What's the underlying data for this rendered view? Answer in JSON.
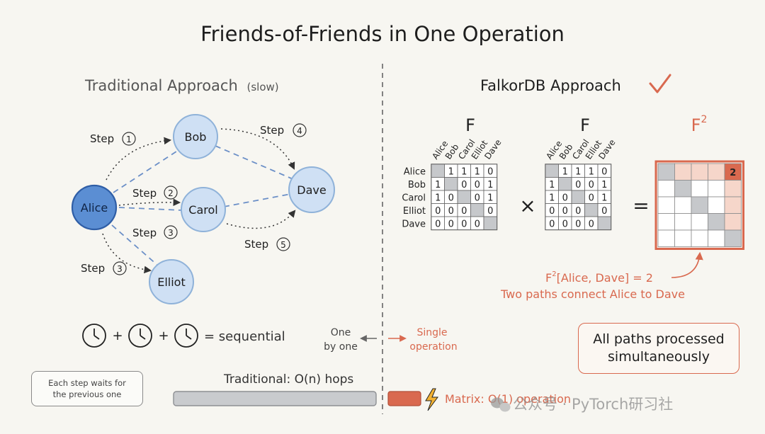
{
  "title": "Friends-of-Friends in One Operation",
  "left": {
    "heading": "Traditional Approach",
    "heading_note": "(slow)",
    "nodes": {
      "alice": "Alice",
      "bob": "Bob",
      "carol": "Carol",
      "dave": "Dave",
      "elliot": "Elliot"
    },
    "steps": {
      "s1": "Step",
      "s1n": "1",
      "s2": "Step",
      "s2n": "2",
      "s3a": "Step",
      "s3an": "3",
      "s3b": "Step",
      "s3bn": "3",
      "s4": "Step",
      "s4n": "4",
      "s5": "Step",
      "s5n": "5"
    },
    "sequential_label": "= sequential",
    "plus": "+",
    "one_by_one_1": "One",
    "one_by_one_2": "by one",
    "note_line1": "Each step waits for",
    "note_line2": "the previous one",
    "hops_label": "Traditional: O(n) hops"
  },
  "right": {
    "heading": "FalkorDB Approach",
    "check_icon": "check-icon",
    "matrix_label": "F",
    "matrix_result_label": "F",
    "matrix_result_exp": "2",
    "times": "×",
    "equals": "=",
    "names": [
      "Alice",
      "Bob",
      "Carol",
      "Elliot",
      "Dave"
    ],
    "matrix": [
      [
        "",
        "1",
        "1",
        "1",
        "0"
      ],
      [
        "1",
        "",
        "0",
        "0",
        "1"
      ],
      [
        "1",
        "0",
        "",
        "0",
        "1"
      ],
      [
        "0",
        "0",
        "0",
        "",
        "0"
      ],
      [
        "0",
        "0",
        "0",
        "0",
        ""
      ]
    ],
    "result_value": "2",
    "annotation_prefix": "F",
    "annotation_exp": "2",
    "annotation_rest": "[Alice, Dave] = 2",
    "annotation_line2": "Two paths connect Alice to Dave",
    "single_1": "Single",
    "single_2": "operation",
    "all_line1": "All paths processed",
    "all_line2": "simultaneously",
    "matrix_complexity": "Matrix: O(1) operation",
    "bolt_icon": "lightning-icon"
  },
  "watermark": "公众号 · PyTorch研习社",
  "colors": {
    "accent": "#d9694f",
    "node_fill": "#cfe0f4",
    "node_stroke": "#8fb2d9",
    "alice_fill": "#5b8ed3",
    "alice_stroke": "#2f5ea6"
  }
}
